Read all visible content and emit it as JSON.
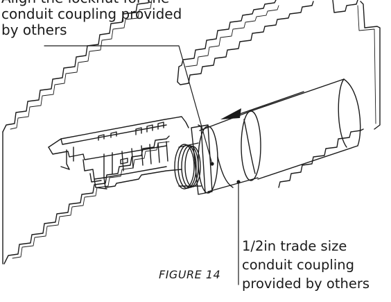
{
  "callout_top": {
    "lines": [
      "Align the locknut for the",
      "conduit coupling provided",
      "by others"
    ]
  },
  "callout_bottom": {
    "lines": [
      "1/2in trade size",
      "conduit coupling",
      "provided by others"
    ]
  },
  "figure_caption": "FIGURE 14"
}
